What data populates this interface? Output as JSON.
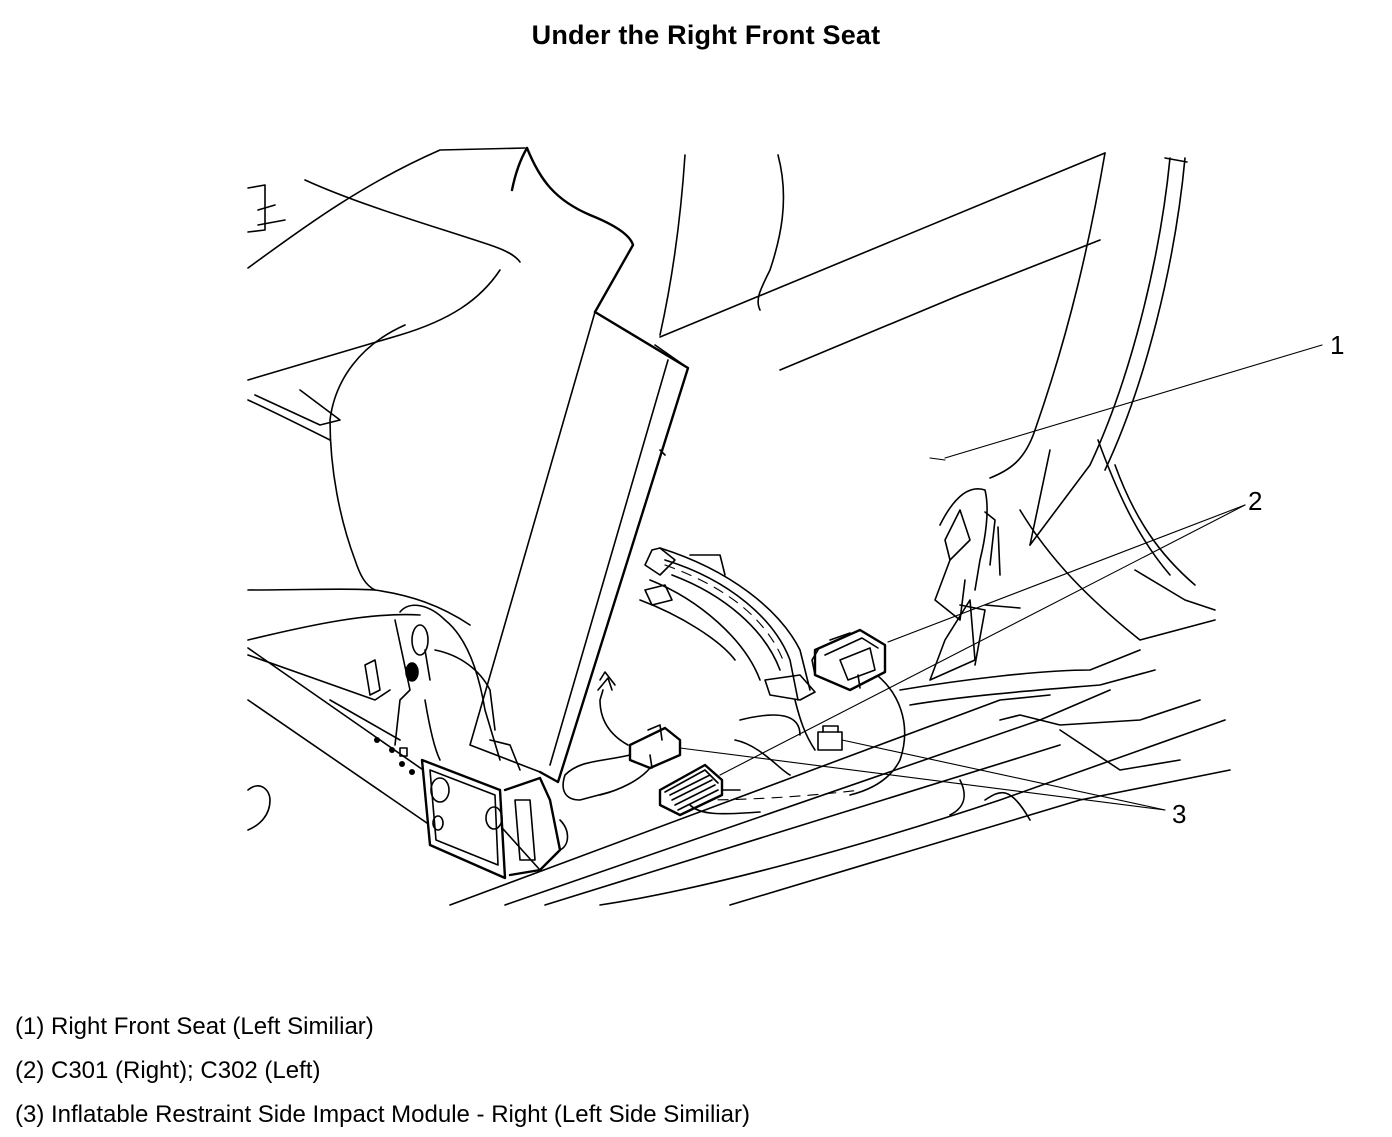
{
  "title": "Under the Right Front Seat",
  "callouts": [
    {
      "number": "1"
    },
    {
      "number": "2"
    },
    {
      "number": "3"
    }
  ],
  "legend": [
    "(1) Right Front Seat (Left Similiar)",
    "(2) C301 (Right); C302 (Left)",
    "(3) Inflatable Restraint Side Impact Module - Right (Left Side Similiar)"
  ]
}
